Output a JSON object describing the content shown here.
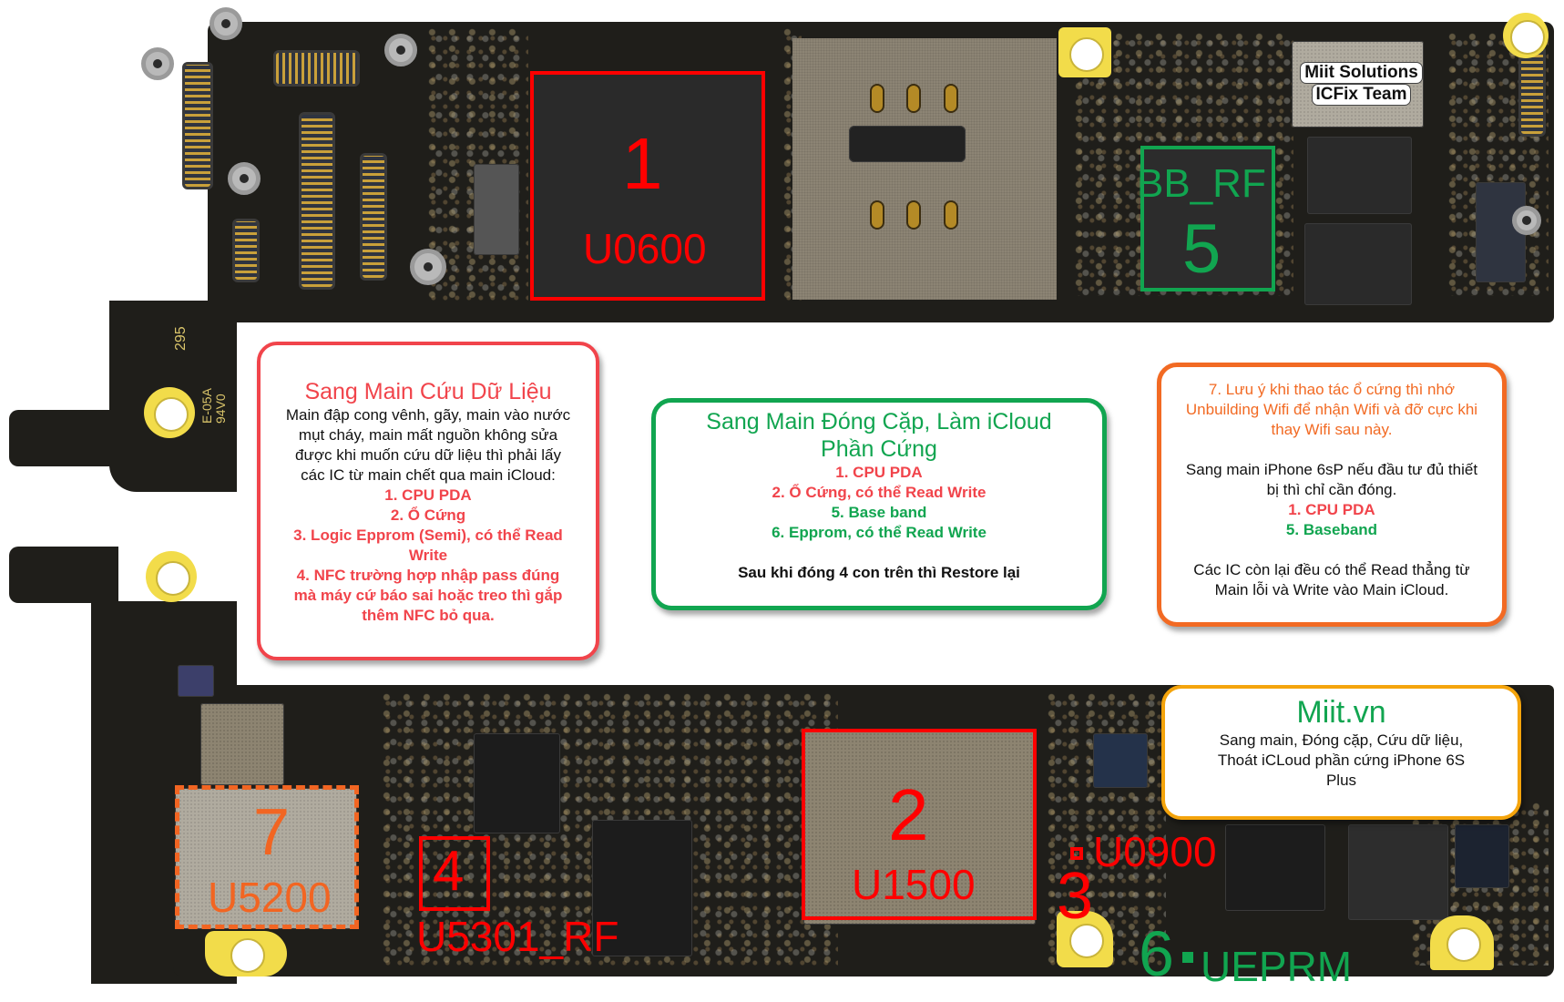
{
  "diagram": {
    "subject": "iPhone 6S Plus logic board IC map",
    "watermark": {
      "line1": "Miit Solutions",
      "line2": "ICFix Team"
    },
    "silkscreen": {
      "code1": "295",
      "code2": "E-05A",
      "code3": "94V0"
    },
    "ic_labels": [
      {
        "id": "1",
        "number": "1",
        "ref": "U0600",
        "color": "#ff0000",
        "name": "CPU PDA"
      },
      {
        "id": "2",
        "number": "2",
        "ref": "U1500",
        "color": "#ff0000",
        "name": "Ổ Cứng"
      },
      {
        "id": "3",
        "number": "3",
        "ref": "U0900",
        "color": "#ff0000",
        "name": "Logic Epprom (Semi)"
      },
      {
        "id": "4",
        "number": "4",
        "ref": "U5301_RF",
        "color": "#ff0000",
        "name": "NFC"
      },
      {
        "id": "5",
        "number": "5",
        "ref": "BB_RF",
        "color": "#11a550",
        "name": "Baseband"
      },
      {
        "id": "6",
        "number": "6",
        "ref": "UEPRM",
        "color": "#11a550",
        "name": "Epprom"
      },
      {
        "id": "7",
        "number": "7",
        "ref": "U5200",
        "color": "#f26522",
        "name": "Wifi"
      }
    ]
  },
  "notes": {
    "red": {
      "title": "Sang Main Cứu Dữ Liệu",
      "body": [
        "Main đập cong vênh, gãy, main vào nước",
        "mụt cháy, main mất nguồn không sửa",
        "được khi muốn cứu dữ liệu thì phải lấy",
        "các IC từ main chết qua main iCloud:"
      ],
      "items": [
        "1. CPU PDA",
        "2. Ổ Cứng",
        "3. Logic Epprom (Semi), có thể Read",
        "Write",
        "4. NFC trường hợp nhập pass đúng",
        "mà máy cứ báo sai hoặc treo thì gắp",
        "thêm NFC bỏ qua."
      ],
      "border_color": "#f1444b"
    },
    "green": {
      "title_line1": "Sang Main Đóng Cặp, Làm iCloud",
      "title_line2": "Phần Cứng",
      "items": [
        {
          "text": "1. CPU PDA",
          "color": "red"
        },
        {
          "text": "2. Ổ Cứng, có thể Read Write",
          "color": "red"
        },
        {
          "text": "5. Base band",
          "color": "green"
        },
        {
          "text": "6. Epprom, có thể Read Write",
          "color": "green"
        }
      ],
      "footer": "Sau khi đóng 4 con trên thì Restore lại",
      "border_color": "#11a550"
    },
    "orange": {
      "warning": [
        "7. Lưu ý khi thao tác ổ cứng thì nhớ",
        "Unbuilding Wifi để nhận Wifi và đỡ cực khi",
        "thay Wifi sau này."
      ],
      "body": [
        "Sang main iPhone 6sP nếu đầu tư đủ thiết",
        "bị thì chỉ cần đóng."
      ],
      "item_red": "1. CPU PDA",
      "item_green": "5. Baseband",
      "footer": [
        "Các IC còn lại đều có thể Read thẳng từ",
        "Main lỗi và Write vào Main iCloud."
      ],
      "border_color": "#f26a23"
    },
    "yellow": {
      "title": "Miit.vn",
      "body": [
        "Sang main, Đóng cặp, Cứu dữ liệu,",
        "Thoát iCLoud phần cứng iPhone 6S",
        "Plus"
      ],
      "border_color": "#f4a40c"
    }
  }
}
